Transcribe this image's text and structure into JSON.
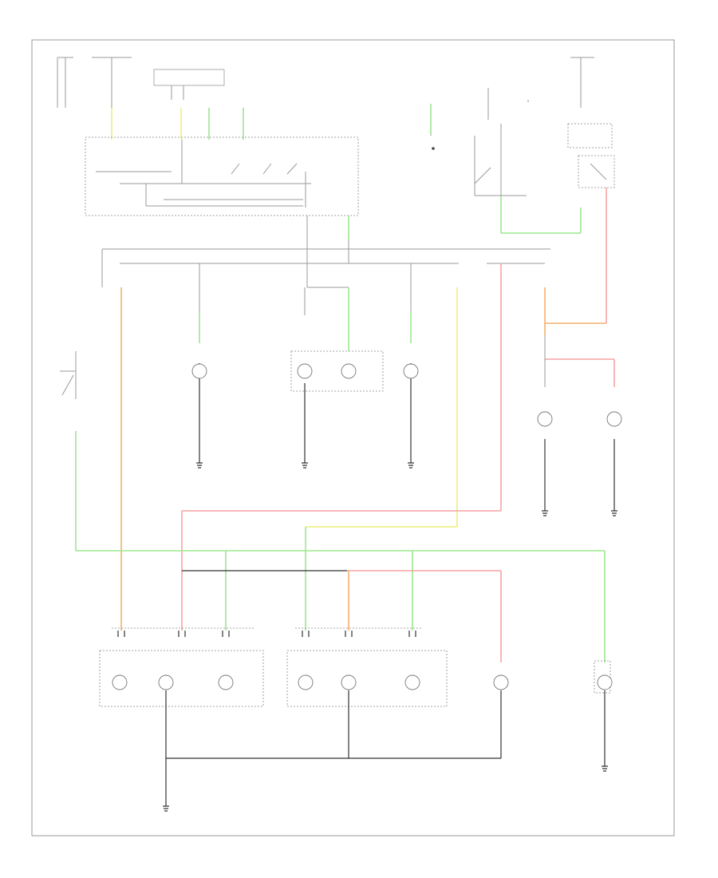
{
  "diagram": {
    "footer_code": "",
    "colors": {
      "green": "#9be88e",
      "yellow": "#ecef7a",
      "red": "#f5a3a3",
      "orange": "#f3b06b",
      "black": "#333333",
      "gray": "#999999"
    },
    "components": [
      {
        "id": "turn-signal-relay",
        "label": ""
      },
      {
        "id": "combination-switch",
        "label": ""
      },
      {
        "id": "hazard-switch",
        "label": ""
      },
      {
        "id": "turn-signal-indicator",
        "label": ""
      },
      {
        "id": "front-turn-lamp-left",
        "label": ""
      },
      {
        "id": "front-turn-lamp-right",
        "label": ""
      },
      {
        "id": "combination-meter",
        "label": ""
      },
      {
        "id": "side-turn-lamp-left",
        "label": ""
      },
      {
        "id": "side-turn-lamp-right",
        "label": ""
      },
      {
        "id": "rear-combination-lamp-left",
        "label": ""
      },
      {
        "id": "rear-combination-lamp-right",
        "label": ""
      },
      {
        "id": "license-lamp",
        "label": ""
      },
      {
        "id": "high-mount-stop-lamp",
        "label": ""
      }
    ]
  }
}
